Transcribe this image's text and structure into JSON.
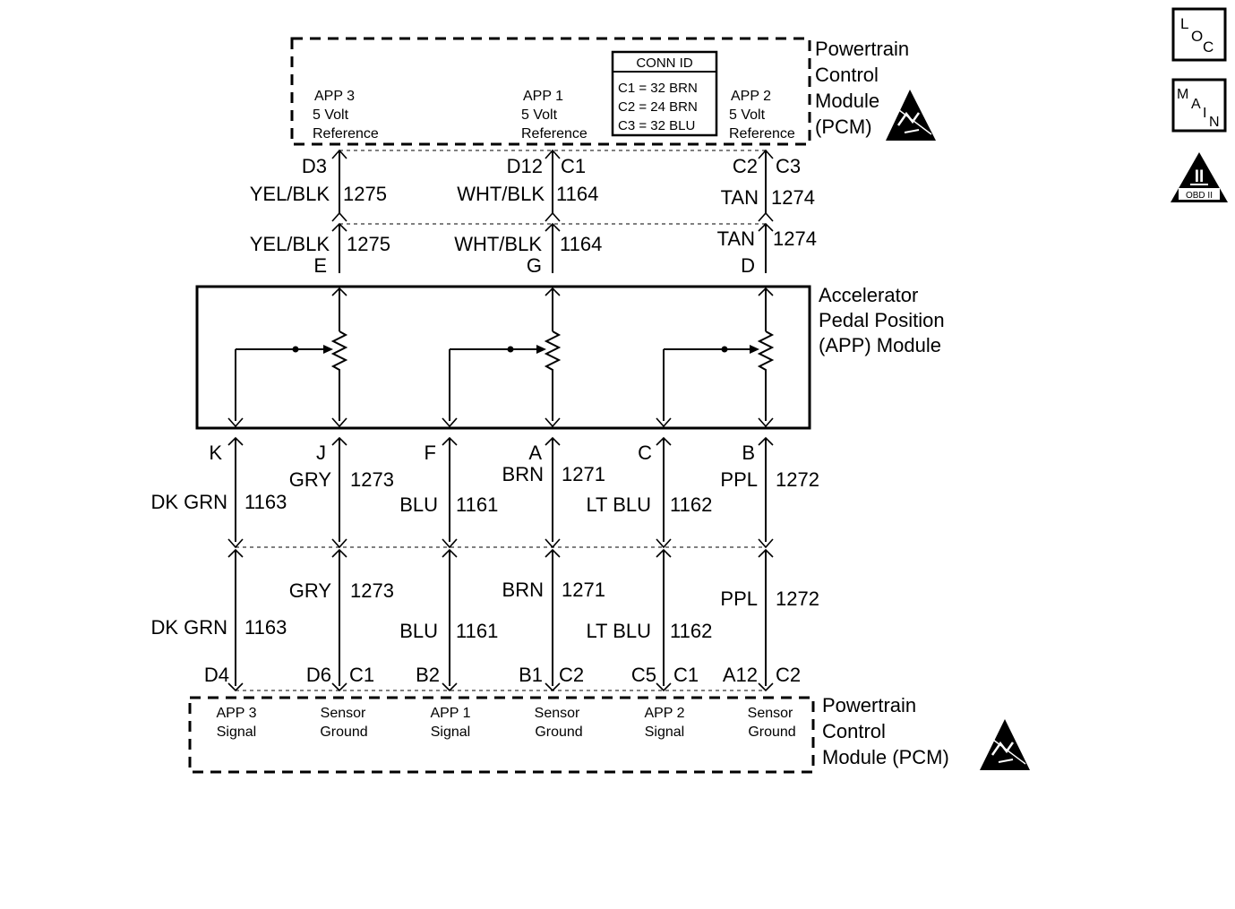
{
  "pcm_top": {
    "name_lines": [
      "Powertrain",
      "Control",
      "Module",
      "(PCM)"
    ],
    "app3_ref": [
      "APP 3",
      "5 Volt",
      "Reference"
    ],
    "app1_ref": [
      "APP 1",
      "5 Volt",
      "Reference"
    ],
    "app2_ref": [
      "APP 2",
      "5 Volt",
      "Reference"
    ],
    "conn_id": {
      "title": "CONN ID",
      "rows": [
        "C1 = 32 BRN",
        "C2 = 24 BRN",
        "C3 = 32 BLU"
      ]
    }
  },
  "upper_wires": [
    {
      "pin": "D3",
      "conn": "",
      "color": "YEL/BLK",
      "circuit": "1275"
    },
    {
      "pin": "D12",
      "conn": "C1",
      "color": "WHT/BLK",
      "circuit": "1164"
    },
    {
      "pin": "C2",
      "conn": "C3",
      "color": "TAN",
      "circuit": "1274"
    }
  ],
  "upper_wires_below": [
    {
      "color": "YEL/BLK",
      "circuit": "1275",
      "pin": "E"
    },
    {
      "color": "WHT/BLK",
      "circuit": "1164",
      "pin": "G"
    },
    {
      "color": "TAN",
      "circuit": "1274",
      "pin": "D"
    }
  ],
  "app_module": {
    "name_lines": [
      "Accelerator",
      "Pedal Position",
      "(APP) Module"
    ]
  },
  "lower_wires": [
    {
      "pin": "K",
      "color": "DK GRN",
      "circuit": "1163",
      "pcm_pin": "D4",
      "pcm_conn": ""
    },
    {
      "pin": "J",
      "color": "GRY",
      "circuit": "1273",
      "pcm_pin": "D6",
      "pcm_conn": "C1"
    },
    {
      "pin": "F",
      "color": "BLU",
      "circuit": "1161",
      "pcm_pin": "B2",
      "pcm_conn": ""
    },
    {
      "pin": "A",
      "color": "BRN",
      "circuit": "1271",
      "pcm_pin": "B1",
      "pcm_conn": "C2"
    },
    {
      "pin": "C",
      "color": "LT BLU",
      "circuit": "1162",
      "pcm_pin": "C5",
      "pcm_conn": "C1"
    },
    {
      "pin": "B",
      "color": "PPL",
      "circuit": "1272",
      "pcm_pin": "A12",
      "pcm_conn": "C2"
    }
  ],
  "pcm_bottom": {
    "name_lines": [
      "Powertrain",
      "Control",
      "Module (PCM)"
    ],
    "terminals": [
      [
        "APP 3",
        "Signal"
      ],
      [
        "Sensor",
        "Ground"
      ],
      [
        "APP 1",
        "Signal"
      ],
      [
        "Sensor",
        "Ground"
      ],
      [
        "APP 2",
        "Signal"
      ],
      [
        "Sensor",
        "Ground"
      ]
    ]
  },
  "side_icons": {
    "loc": [
      "L",
      "O",
      "C"
    ],
    "main": [
      "M",
      "A",
      "I",
      "N"
    ],
    "obd_symbol": "II",
    "obd_label": "OBD II"
  }
}
